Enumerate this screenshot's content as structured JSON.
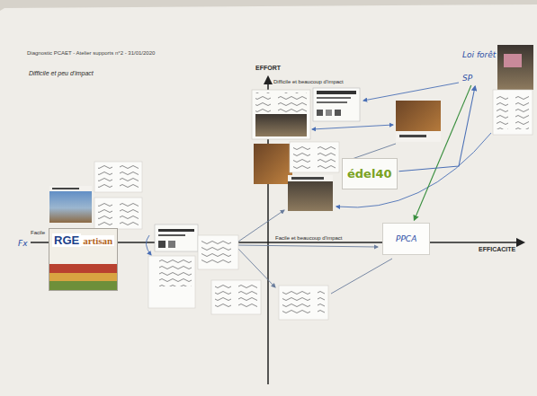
{
  "diagram": {
    "title": "Diagnostic PCAET - Atelier supports n°2 - 31/01/2020",
    "nodes": [
      {
        "text": [
          "Loi forêt",
          "SP"
        ]
      },
      {
        "text": [
          "édel40"
        ]
      },
      {
        "text": [
          "PPCA"
        ]
      },
      {
        "text": [
          "RGE",
          "artisan"
        ]
      }
    ],
    "edges": [
      {
        "from": 0,
        "to": 2,
        "arrow": "to"
      },
      {
        "from": 1,
        "to": 0,
        "arrow": "to"
      }
    ],
    "labels": [
      "Difficile et peu d'impact",
      "EFFORT",
      "Difficile et beaucoup d'impact",
      "Facile",
      "Fx",
      "Facile et beaucoup d'impact",
      "EFFICACITE"
    ]
  }
}
